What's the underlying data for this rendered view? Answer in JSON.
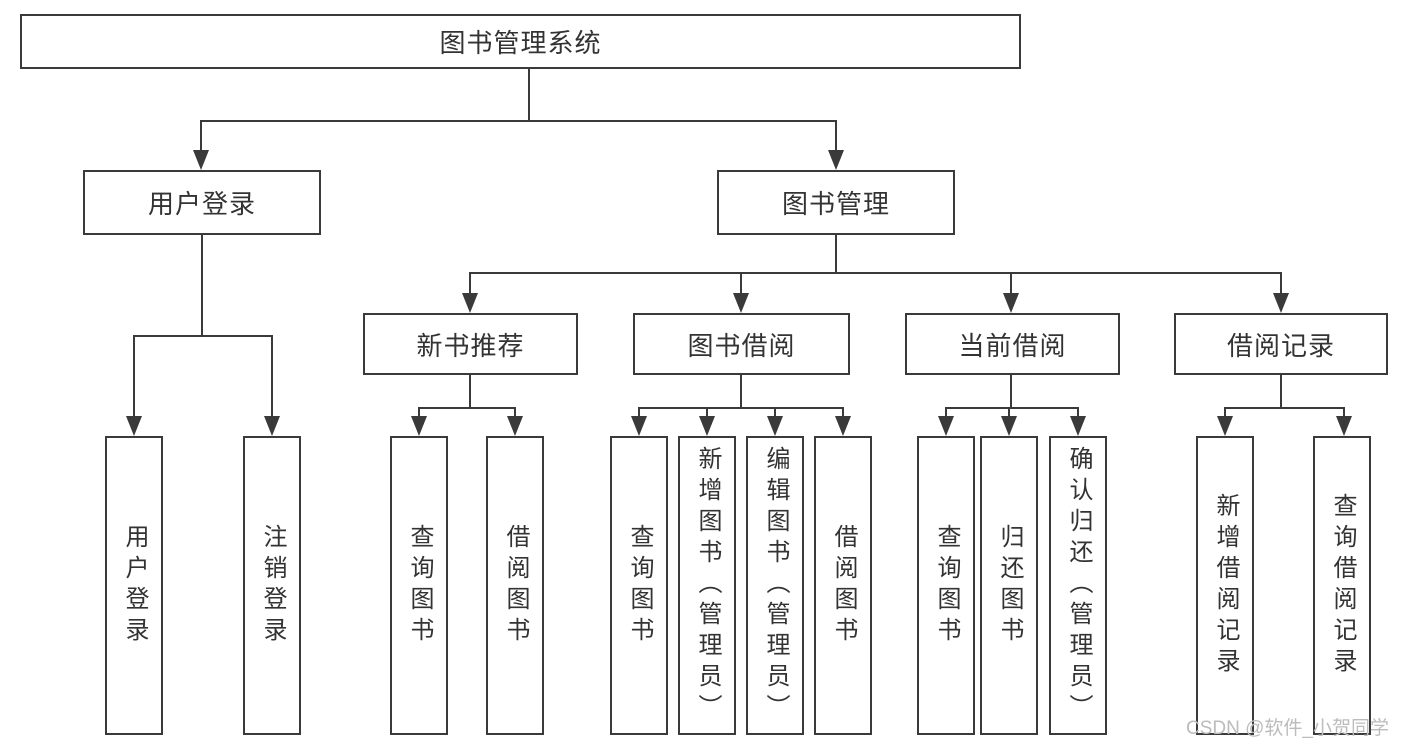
{
  "nodes": {
    "root": "图书管理系统",
    "l2": [
      "用户登录",
      "图书管理"
    ],
    "l3": [
      "新书推荐",
      "图书借阅",
      "当前借阅",
      "借阅记录"
    ],
    "leaves_login": [
      "用户登录",
      "注销登录"
    ],
    "leaves_newbook": [
      "查询图书",
      "借阅图书"
    ],
    "leaves_borrow": [
      "查询图书",
      "新增图书（管理员）",
      "编辑图书（管理员）",
      "借阅图书"
    ],
    "leaves_current": [
      "查询图书",
      "归还图书",
      "确认归还（管理员）"
    ],
    "leaves_record": [
      "新增借阅记录",
      "查询借阅记录"
    ]
  },
  "hierarchy": {
    "图书管理系统": {
      "用户登录": [
        "用户登录",
        "注销登录"
      ],
      "图书管理": {
        "新书推荐": [
          "查询图书",
          "借阅图书"
        ],
        "图书借阅": [
          "查询图书",
          "新增图书（管理员）",
          "编辑图书（管理员）",
          "借阅图书"
        ],
        "当前借阅": [
          "查询图书",
          "归还图书",
          "确认归还（管理员）"
        ],
        "借阅记录": [
          "新增借阅记录",
          "查询借阅记录"
        ]
      }
    }
  },
  "watermark": {
    "text": "CSDN @软件_小贺同学"
  },
  "colors": {
    "line": "#3a3a3a",
    "node_border": "#3a3a3a",
    "node_text": "#333333",
    "node_background": "#ffffff",
    "page_background": "#ffffff",
    "watermark": "#bcbcbc"
  }
}
